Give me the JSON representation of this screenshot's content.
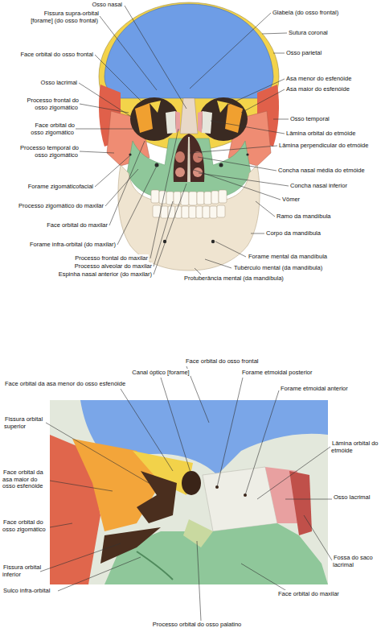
{
  "diagram": {
    "labels": [
      "Osso nasal",
      "Fissura supra-orbital [forame] (do osso frontal)",
      "Face orbital do osso frontal",
      "Osso lacrimal",
      "Processo frontal do osso zigomático",
      "Face orbital do osso zigomático",
      "Processo temporal do osso zigomático",
      "Forame zigomáticofacial",
      "Processo zigomático do maxilar",
      "Face orbital do maxilar",
      "Forame infra-orbital (do maxilar)",
      "Processo frontal do maxilar",
      "Processo alveolar do maxilar",
      "Espinha nasal anterior (do maxilar)",
      "Protuberância mental (da mandíbula)",
      "Tubérculo mental (da mandíbula)",
      "Forame mental da mandíbula",
      "Corpo da mandíbula",
      "Ramo da mandíbula",
      "Vômer",
      "Concha nasal inferior",
      "Concha nasal média do etmóide",
      "Lâmina perpendicular do etmóide",
      "Lâmina orbital do etmóide",
      "Osso temporal",
      "Asa maior do esfenóide",
      "Asa menor do esfenóide",
      "Osso parietal",
      "Sutura coronal",
      "Glabela (do osso frontal)",
      "Face orbital do osso frontal",
      "Canal óptico [forame]",
      "Forame etmoidal posterior",
      "Face orbital da asa menor do osso esfenóide",
      "Forame etmoidal anterior",
      "Fissura orbital superior",
      "Lâmina orbital do etmóide",
      "Face orbital da asa maior do osso esfenóide",
      "Osso lacrimal",
      "Face orbital do osso zigomático",
      "Fissura orbital inferior",
      "Fossa do saco lacrimal",
      "Sulco infra-orbital",
      "Face orbital do maxilar",
      "Processo orbital do osso palatino"
    ]
  }
}
